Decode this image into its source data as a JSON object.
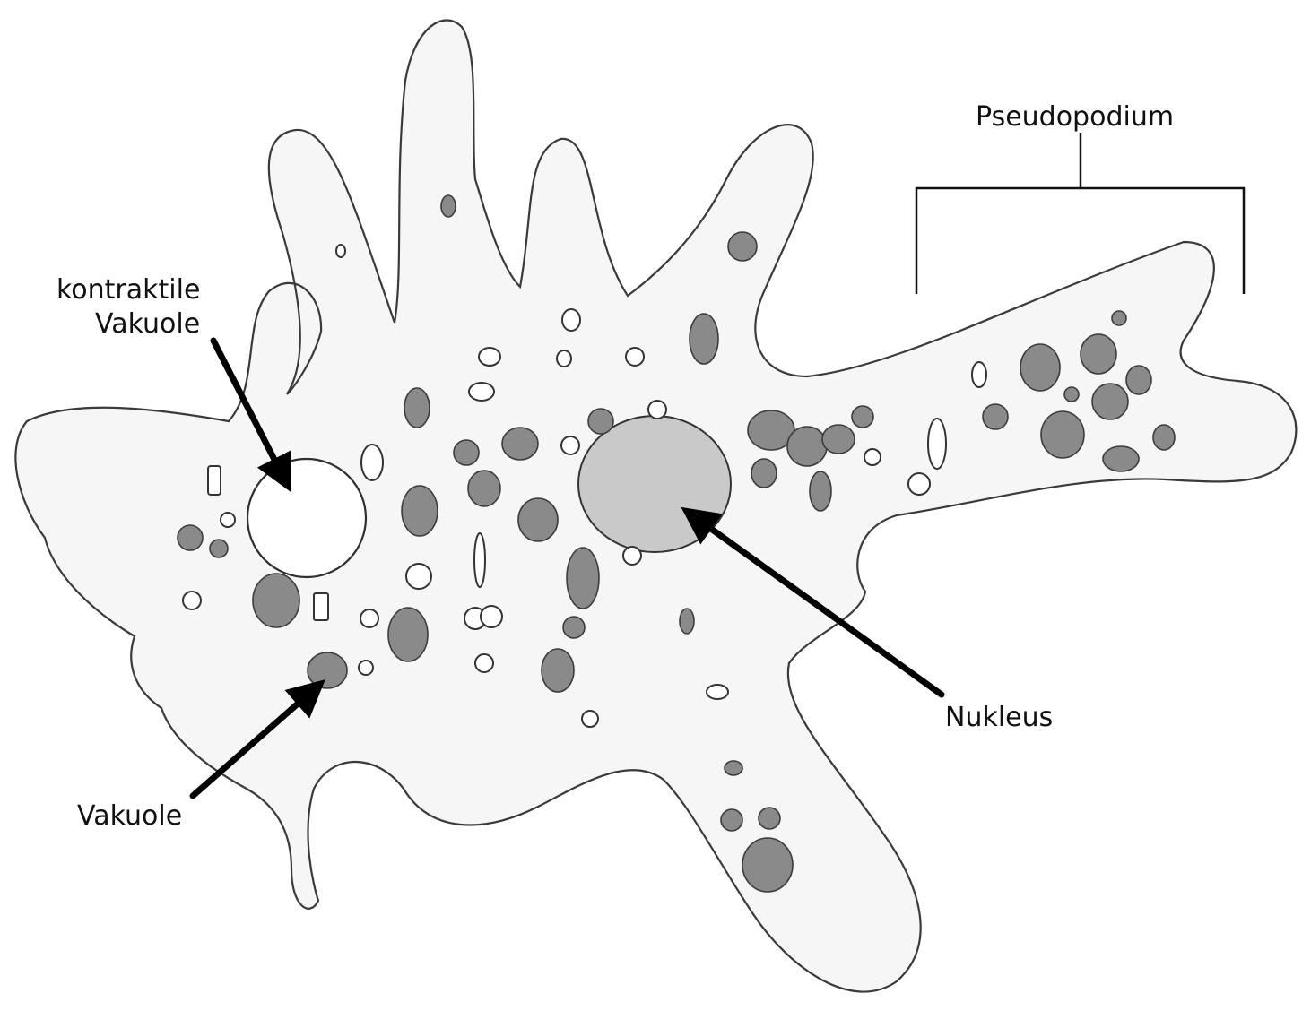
{
  "labels": {
    "pseudopodium": "Pseudopodium",
    "contractile_vacuole_line1": "kontraktile",
    "contractile_vacuole_line2": "Vakuole",
    "vacuole": "Vakuole",
    "nucleus": "Nukleus"
  }
}
